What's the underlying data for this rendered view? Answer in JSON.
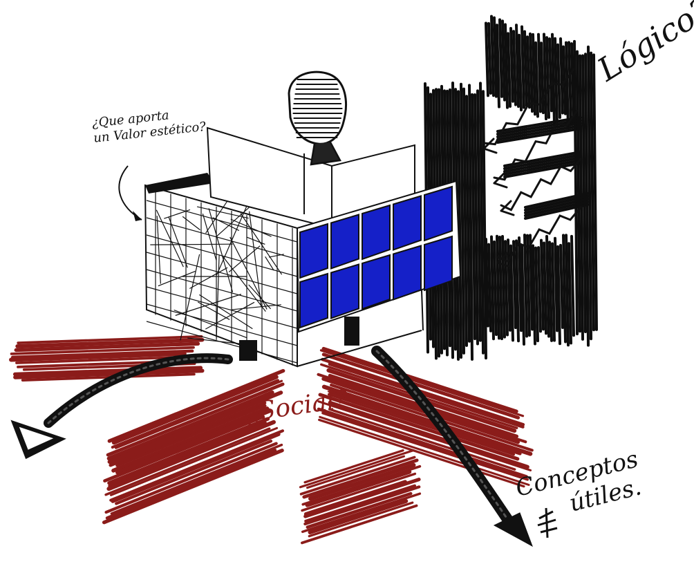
{
  "annotations": {
    "aesthetic_line1": "¿Que aporta",
    "aesthetic_line2": "un Valor estético?",
    "logical": "Lógico?",
    "social": "¿Social?",
    "concepts_line1": "Conceptos",
    "concepts_line2": "útiles."
  },
  "colors": {
    "ink": "#111111",
    "facade_blue": "#1520c8",
    "marker_red": "#8b1c1a"
  }
}
